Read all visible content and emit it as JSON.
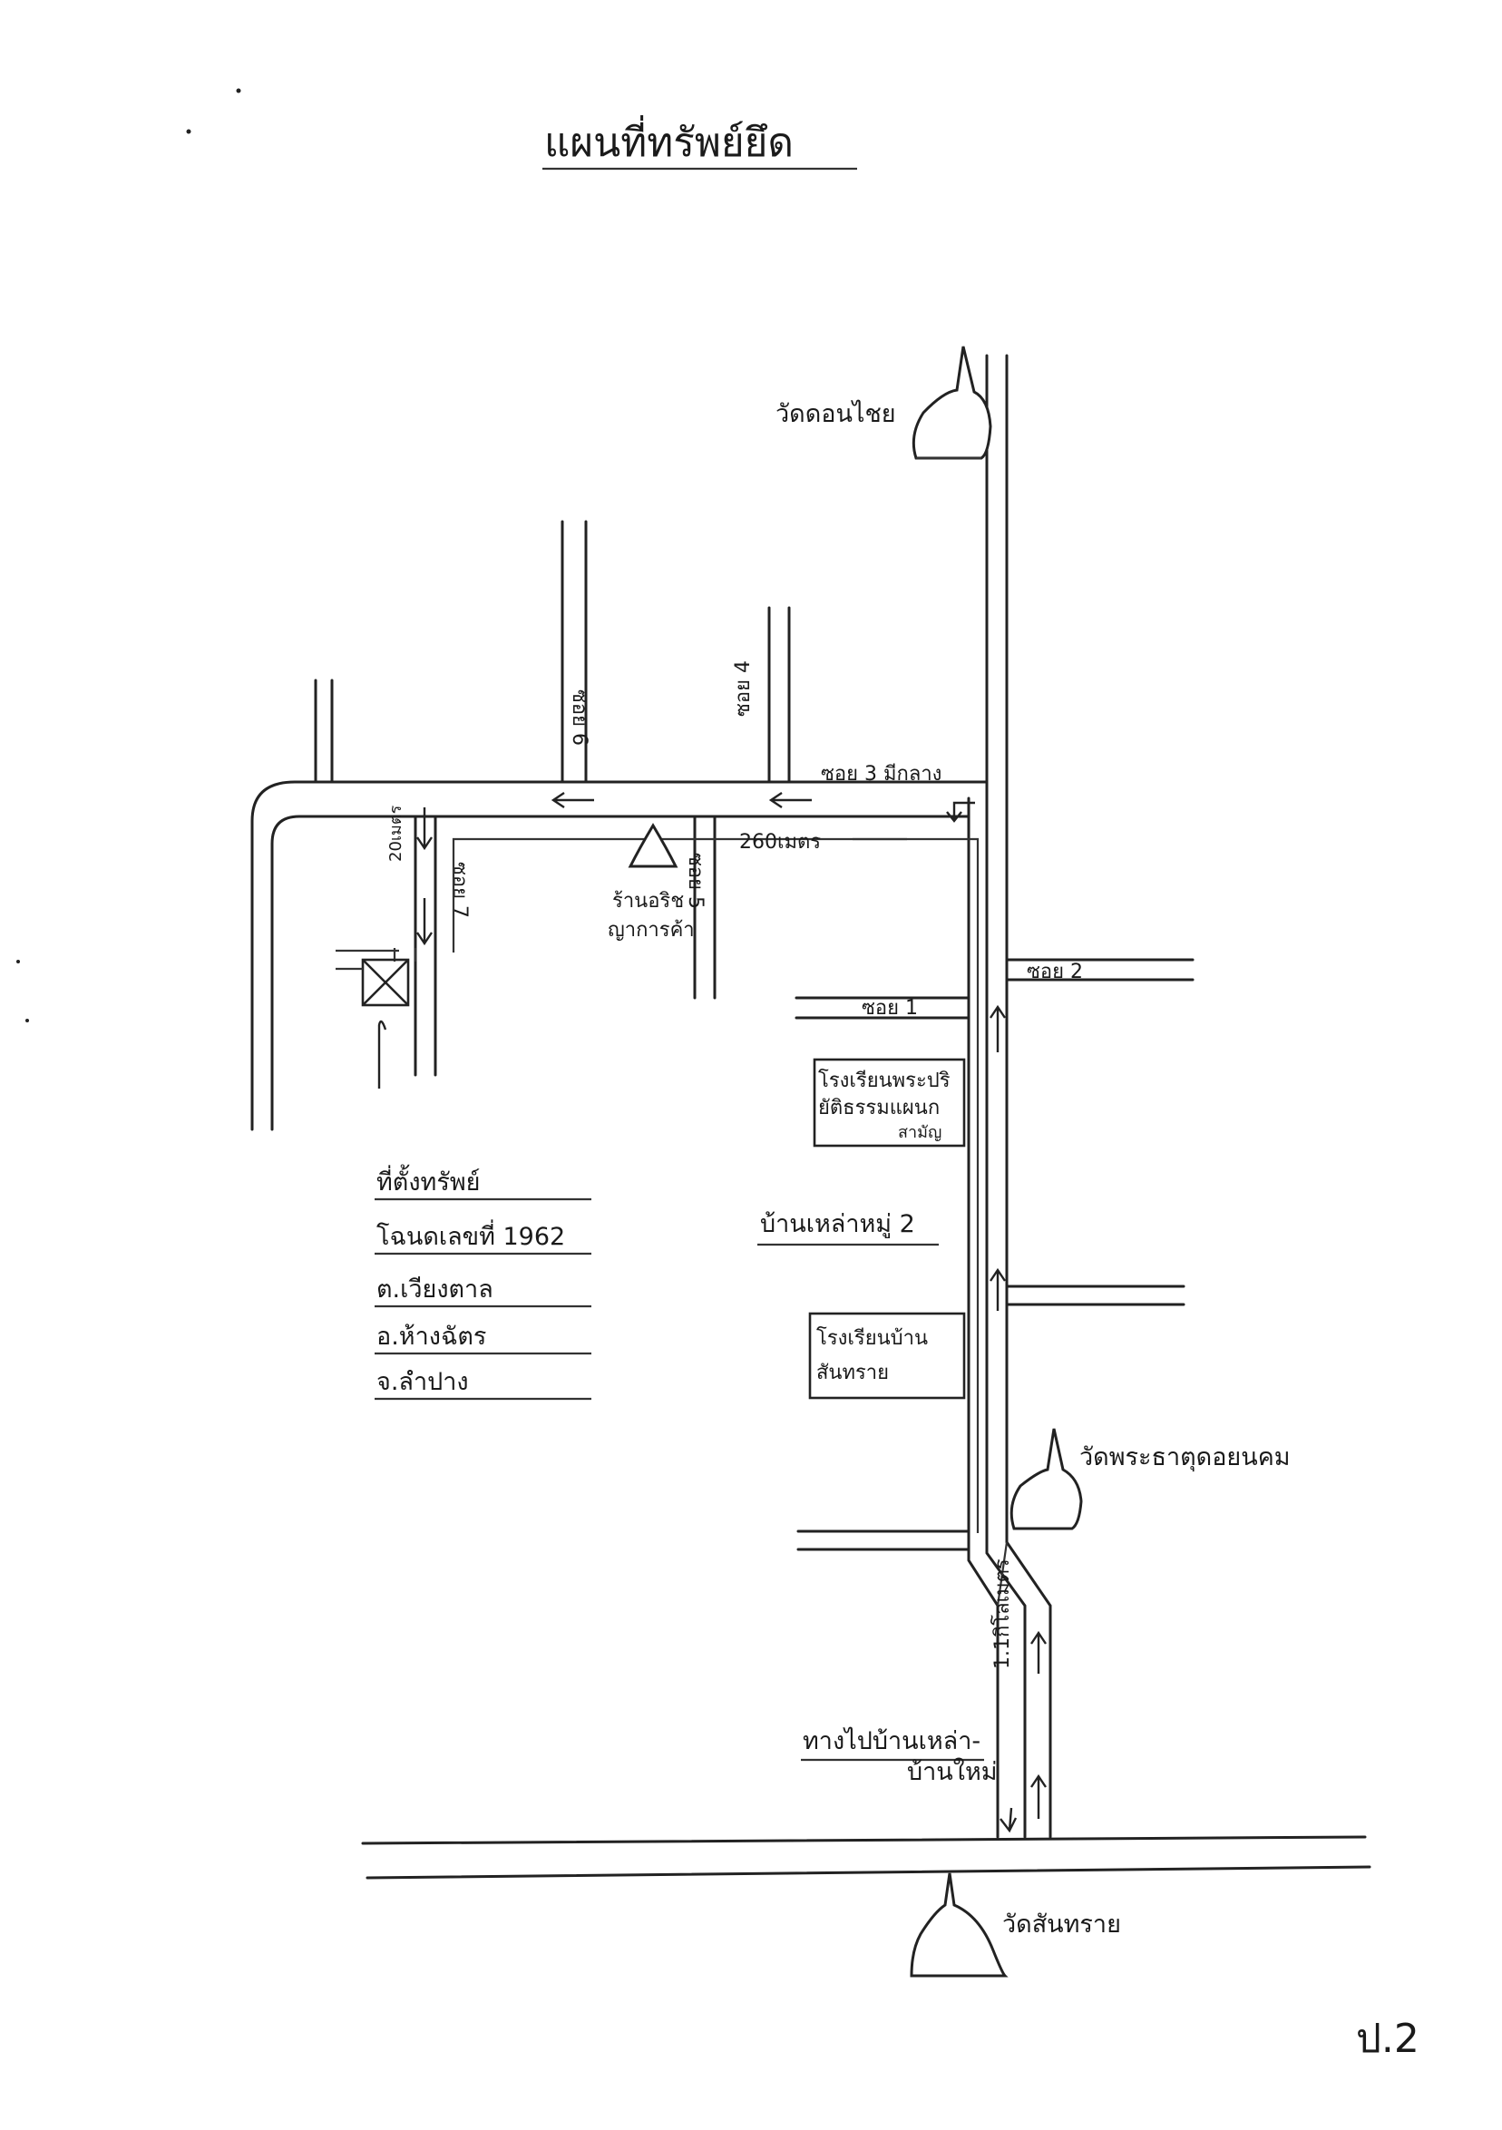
{
  "title": "แผนที่ทรัพย์ยึด",
  "page_number": "ป.2",
  "roads": {
    "soi_3": "ซอย 3 มีกลาง",
    "soi_4": "ซอย 4",
    "soi_6": "ซอย 6",
    "soi_5": "ซอย 5",
    "soi_7": "ซอย 7",
    "soi_2": "ซอย 2",
    "soi_1": "ซอย 1",
    "route_to": "ทางไปบ้านเหล่า-",
    "route_to_2": "บ้านใหม่"
  },
  "distances": {
    "d_260": "260เมตร",
    "d_20": "20เมตร",
    "d_1_1": "1.1กิโลเมตร"
  },
  "landmarks": {
    "wat_top": "วัดดอนไชย",
    "wat_mid": "วัดพระธาตุดอยนคม",
    "wat_bottom": "วัดสันทราย",
    "shrine_line1": "ร้านอริช",
    "shrine_line2": "ญาการค้า",
    "school1_l1": "โรงเรียนพระปริ",
    "school1_l2": "ยัติธรรมแผนก",
    "school1_l3": "สามัญ",
    "school2_l1": "โรงเรียนบ้าน",
    "school2_l2": "สันทราย",
    "village": "บ้านเหล่าหมู่ 2"
  },
  "property": {
    "heading": "ที่ตั้งทรัพย์",
    "deed": "โฉนดเลขที่ 1962",
    "tambon": "ต.เวียงตาล",
    "amphoe": "อ.ห้างฉัตร",
    "province": "จ.ลำปาง"
  }
}
